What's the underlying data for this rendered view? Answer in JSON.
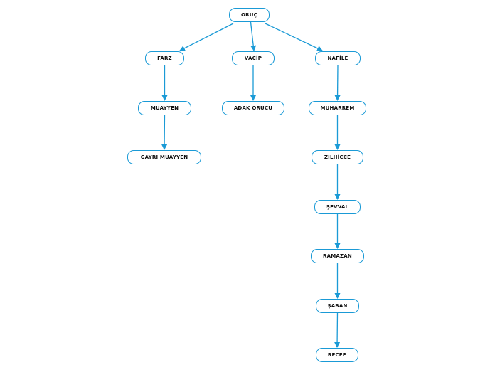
{
  "diagram": {
    "edge_color": "#1a9ad6",
    "nodes": {
      "oruc": "ORUÇ",
      "farz": "FARZ",
      "vacip": "VACİP",
      "nafile": "NAFİLE",
      "muayyen": "MUAYYEN",
      "gayri_muayyen": "GAYRI MUAYYEN",
      "adak_orucu": "ADAK ORUCU",
      "muharrem": "MUHARREM",
      "zilhicce": "ZİLHİCCE",
      "sevval": "ŞEVVAL",
      "ramazan": "RAMAZAN",
      "saban": "ŞABAN",
      "recep": "RECEP"
    },
    "edges": [
      [
        "oruc",
        "farz"
      ],
      [
        "oruc",
        "vacip"
      ],
      [
        "oruc",
        "nafile"
      ],
      [
        "farz",
        "muayyen"
      ],
      [
        "muayyen",
        "gayri_muayyen"
      ],
      [
        "vacip",
        "adak_orucu"
      ],
      [
        "nafile",
        "muharrem"
      ],
      [
        "muharrem",
        "zilhicce"
      ],
      [
        "zilhicce",
        "sevval"
      ],
      [
        "sevval",
        "ramazan"
      ],
      [
        "ramazan",
        "saban"
      ],
      [
        "saban",
        "recep"
      ]
    ]
  }
}
